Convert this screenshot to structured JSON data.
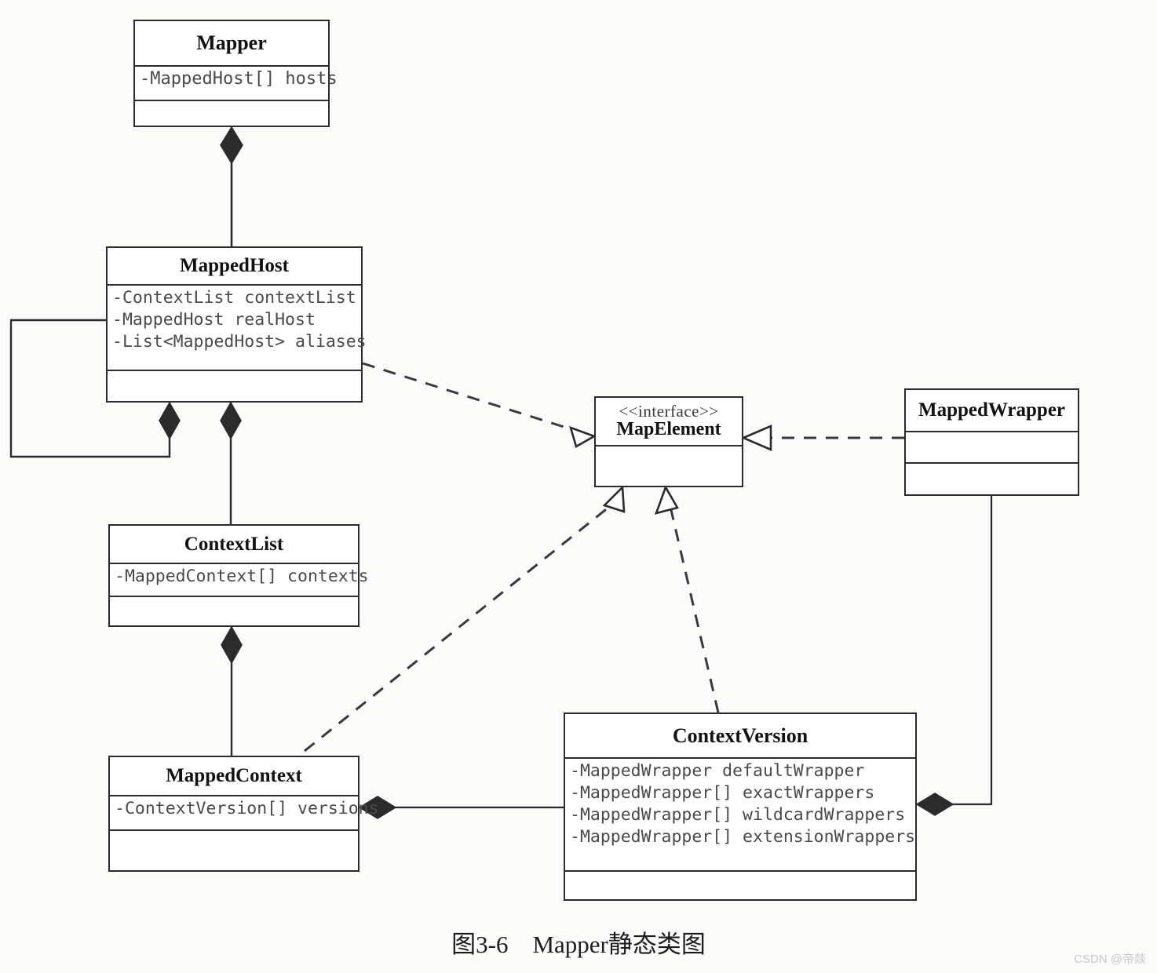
{
  "figure": {
    "caption": "图3-6　Mapper静态类图",
    "watermark": "CSDN @帝燚"
  },
  "colors": {
    "line": "#2b2b2b",
    "box_fill": "#ffffff",
    "page_bg": "#fbfbfa",
    "attribute_text": "#4a4a4a",
    "title_text": "#121212"
  },
  "classes": {
    "mapper": {
      "name": "Mapper",
      "attributes": [
        "-MappedHost[] hosts"
      ],
      "operations": []
    },
    "mappedhost": {
      "name": "MappedHost",
      "attributes": [
        "-ContextList contextList",
        "-MappedHost realHost",
        "-List<MappedHost> aliases"
      ],
      "operations": []
    },
    "contextlist": {
      "name": "ContextList",
      "attributes": [
        "-MappedContext[] contexts"
      ],
      "operations": []
    },
    "mappedcontext": {
      "name": "MappedContext",
      "attributes": [
        "-ContextVersion[] versions"
      ],
      "operations": []
    },
    "mapelement": {
      "stereotype": "<<interface>>",
      "name": "MapElement",
      "attributes": [],
      "operations": []
    },
    "mappedwrapper": {
      "name": "MappedWrapper",
      "attributes": [],
      "operations": []
    },
    "contextversion": {
      "name": "ContextVersion",
      "attributes": [
        "-MappedWrapper defaultWrapper",
        "-MappedWrapper[] exactWrappers",
        "-MappedWrapper[] wildcardWrappers",
        "-MappedWrapper[] extensionWrappers"
      ],
      "operations": []
    }
  },
  "relationships": [
    {
      "type": "composition",
      "from": "Mapper",
      "to": "MappedHost",
      "label": ""
    },
    {
      "type": "composition",
      "from": "MappedHost",
      "to": "MappedHost",
      "label": ""
    },
    {
      "type": "composition",
      "from": "MappedHost",
      "to": "ContextList",
      "label": ""
    },
    {
      "type": "composition",
      "from": "ContextList",
      "to": "MappedContext",
      "label": ""
    },
    {
      "type": "composition",
      "from": "MappedContext",
      "to": "ContextVersion",
      "label": ""
    },
    {
      "type": "composition",
      "from": "ContextVersion",
      "to": "MappedWrapper",
      "label": ""
    },
    {
      "type": "realization",
      "from": "MappedHost",
      "to": "MapElement",
      "label": ""
    },
    {
      "type": "realization",
      "from": "MappedContext",
      "to": "MapElement",
      "label": ""
    },
    {
      "type": "realization",
      "from": "ContextVersion",
      "to": "MapElement",
      "label": ""
    },
    {
      "type": "realization",
      "from": "MappedWrapper",
      "to": "MapElement",
      "label": ""
    }
  ]
}
